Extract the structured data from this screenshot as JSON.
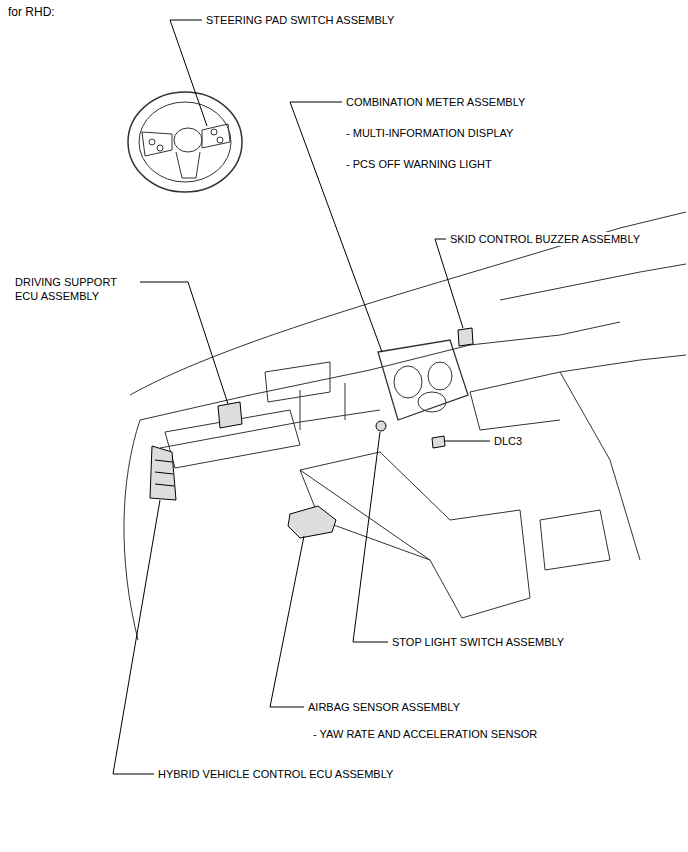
{
  "diagram": {
    "title": "for RHD:",
    "labels": [
      "STEERING PAD SWITCH ASSEMBLY",
      "COMBINATION METER ASSEMBLY",
      "- MULTI-INFORMATION DISPLAY",
      "- PCS OFF WARNING LIGHT",
      "SKID CONTROL BUZZER ASSEMBLY",
      "DRIVING SUPPORT ECU ASSEMBLY",
      "DLC3",
      "STOP LIGHT SWITCH ASSEMBLY",
      "AIRBAG SENSOR ASSEMBLY",
      "- YAW RATE AND ACCELERATION SENSOR",
      "HYBRID VEHICLE CONTROL ECU ASSEMBLY"
    ]
  }
}
